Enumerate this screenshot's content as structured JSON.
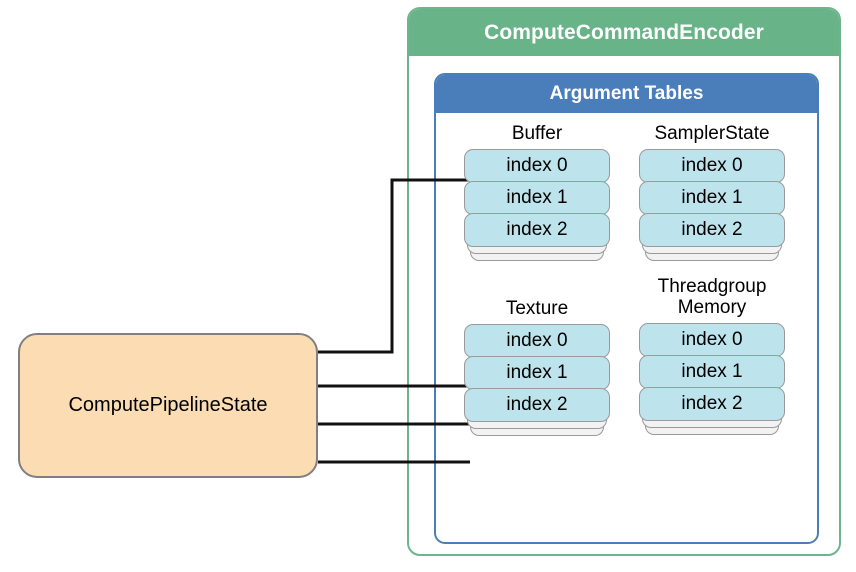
{
  "diagram": {
    "title": "ComputeCommandEncoder argument tables bound by ComputePipelineState",
    "colors": {
      "encoder_green": "#68b387",
      "argument_tables_blue": "#4a7ebb",
      "cell_blue": "#bde3ec",
      "pipeline_orange": "#fbdcb3",
      "cell_border_gray": "#9a9a9a",
      "pipeline_border_gray": "#808080",
      "wire_black": "#111111",
      "canvas_white": "#ffffff"
    }
  },
  "encoder": {
    "label": "ComputeCommandEncoder"
  },
  "argument_tables": {
    "label": "Argument Tables",
    "groups": [
      {
        "id": "buffer",
        "title": "Buffer",
        "title_lines": [
          "Buffer"
        ],
        "position": "top-left",
        "entries": [
          {
            "label": "index 0",
            "connected": true
          },
          {
            "label": "index 1",
            "connected": false
          },
          {
            "label": "index 2",
            "connected": false
          }
        ],
        "has_more_indicator": true
      },
      {
        "id": "samplerstate",
        "title": "SamplerState",
        "title_lines": [
          "SamplerState"
        ],
        "position": "top-right",
        "entries": [
          {
            "label": "index 0",
            "connected": false
          },
          {
            "label": "index 1",
            "connected": false
          },
          {
            "label": "index 2",
            "connected": false
          }
        ],
        "has_more_indicator": true
      },
      {
        "id": "texture",
        "title": "Texture",
        "title_lines": [
          "Texture"
        ],
        "position": "bottom-left",
        "entries": [
          {
            "label": "index 0",
            "connected": true
          },
          {
            "label": "index 1",
            "connected": true
          },
          {
            "label": "index 2",
            "connected": true
          }
        ],
        "has_more_indicator": true
      },
      {
        "id": "threadgroup-memory",
        "title": "Threadgroup Memory",
        "title_lines": [
          "Threadgroup",
          "Memory"
        ],
        "position": "bottom-right",
        "entries": [
          {
            "label": "index 0",
            "connected": false
          },
          {
            "label": "index 1",
            "connected": false
          },
          {
            "label": "index 2",
            "connected": false
          }
        ],
        "has_more_indicator": true
      }
    ]
  },
  "pipeline_state": {
    "label": "ComputePipelineState"
  },
  "connections": [
    {
      "from": "pipeline-state",
      "to": "buffer.index 0",
      "routing": "elbow"
    },
    {
      "from": "pipeline-state",
      "to": "texture.index 0",
      "routing": "straight"
    },
    {
      "from": "pipeline-state",
      "to": "texture.index 1",
      "routing": "straight"
    },
    {
      "from": "pipeline-state",
      "to": "texture.index 2",
      "routing": "straight"
    }
  ]
}
